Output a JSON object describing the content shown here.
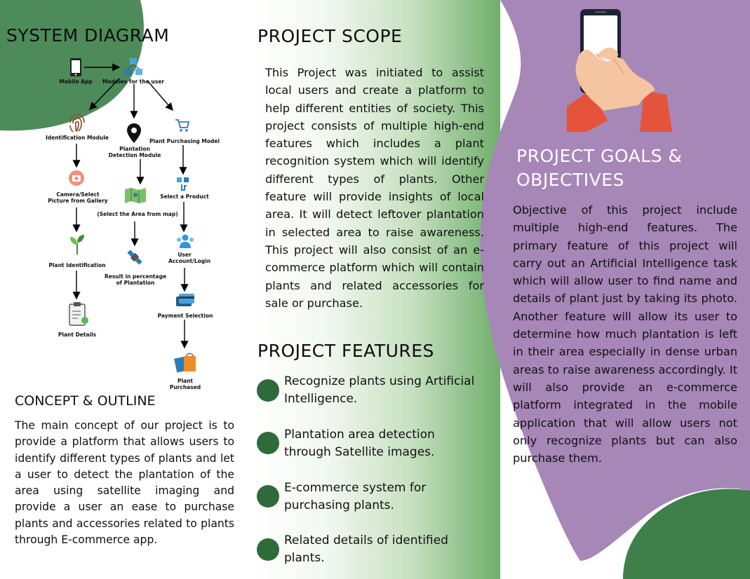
{
  "left": {
    "diagram_title": "SYSTEM DIAGRAM",
    "concept_title": "CONCEPT & OUTLINE",
    "concept_text": "The main concept of our project is to provide a platform that allows users to identify different types of plants and let a user to detect the plantation of the area using satellite imaging and provide a user an ease to purchase plants and accessories related to plants through E-commerce app."
  },
  "diagram": {
    "mobile_app": "Mobile App",
    "modules": "Modules for the user",
    "identification": "Identification Module",
    "plantation_detection": "Plantation Detection Module",
    "plant_purchasing": "Plant Purchasing Model",
    "camera": "Camera/Select Picture from Gallery",
    "select_area": "(Select the Area from map)",
    "select_product": "Select a Product",
    "plant_identification": "Plant Identification",
    "result": "Result in percentage of Plantation",
    "user_account": "User Account/Login",
    "payment": "Payment Selection",
    "plant_details": "Plant Details",
    "plant_purchased": "Plant Purchased"
  },
  "middle": {
    "scope_title": "PROJECT SCOPE",
    "scope_text": "This Project was initiated to assist local users and create a platform to help different entities of society. This project consists of multiple high-end features which includes a plant recognition system which will identify different types of plants. Other feature will provide insights of local area. It will detect leftover plantation in selected area to raise awareness. This project will also consist of an e-commerce platform which will contain plants and related accessories for sale or purchase.",
    "features_title": "PROJECT FEATURES",
    "features": [
      "Recognize plants using Artificial Intelligence.",
      "Plantation area detection through Satellite images.",
      "E-commerce system for purchasing plants.",
      "Related details of identified plants."
    ]
  },
  "right": {
    "goals_title": "PROJECT GOALS & OBJECTIVES",
    "goals_text": "Objective of this project include multiple high-end features. The primary feature of this project will carry out an Artificial Intelligence task which will allow user to find name and details of plant just by taking its photo. Another feature will allow its user to determine how much plantation is left in their area especially in dense urban areas to raise awareness accordingly. It will also provide an e-commerce platform integrated in the mobile application that will allow users not only recognize plants but can also purchase them."
  },
  "colors": {
    "green_dark": "#4e8b5a",
    "green_bullet": "#2f6a3a",
    "purple": "#a786b8",
    "white": "#ffffff"
  },
  "icons": [
    "phone-icon",
    "modules-icon",
    "fingerprint-icon",
    "location-pin-icon",
    "shopping-cart-icon",
    "camera-icon",
    "map-icon",
    "touch-product-icon",
    "sprout-icon",
    "satellite-icon",
    "users-icon",
    "clipboard-icon",
    "credit-card-icon",
    "shopping-bags-icon",
    "hand-phone-illustration"
  ]
}
